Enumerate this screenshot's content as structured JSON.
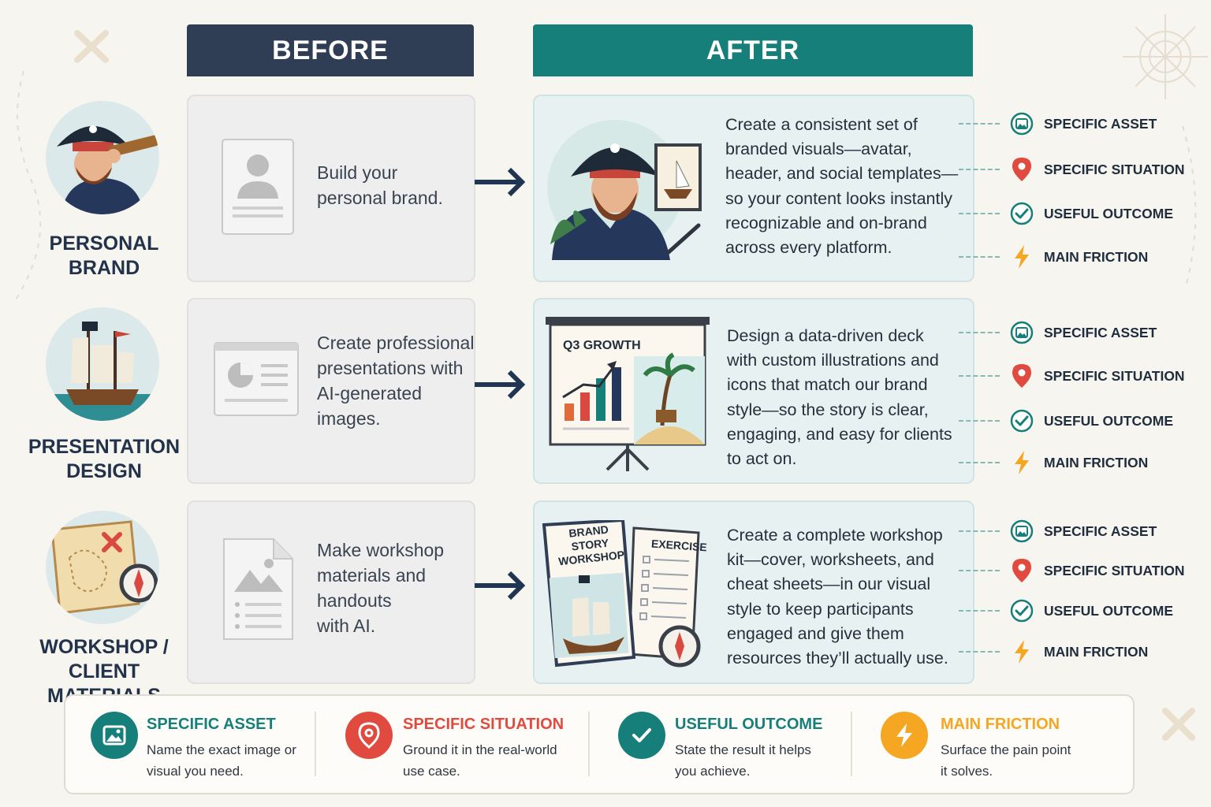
{
  "headers": {
    "before": "BEFORE",
    "after": "AFTER"
  },
  "colors": {
    "navy": "#2f3d55",
    "teal": "#177f7a",
    "red": "#e04a3f",
    "orange": "#f5a623"
  },
  "rows": [
    {
      "category": [
        "PERSONAL",
        "BRAND"
      ],
      "before": [
        "Build your",
        "personal brand."
      ],
      "after": [
        "Create a consistent set of",
        "branded visuals—avatar,",
        "header, and social templates—",
        "so your content looks instantly",
        "recognizable and on-brand",
        "across every platform."
      ]
    },
    {
      "category": [
        "PRESENTATION",
        "DESIGN"
      ],
      "before": [
        "Create professional",
        "presentations with",
        "AI-generated",
        "images."
      ],
      "after": [
        "Design a data-driven deck",
        "with custom illustrations and",
        "icons that match our brand",
        "style—so the story is clear,",
        "engaging, and easy for clients",
        "to act on."
      ],
      "slide_title": "Q3 GROWTH"
    },
    {
      "category": [
        "WORKSHOP /",
        "CLIENT MATERIALS"
      ],
      "before": [
        "Make workshop",
        "materials and",
        "handouts",
        "with AI."
      ],
      "after": [
        "Create a complete workshop",
        "kit—cover, worksheets, and",
        "cheat sheets—in our visual",
        "style to keep participants",
        "engaged and give them",
        "resources they’ll actually use."
      ],
      "book_title": [
        "BRAND STORY",
        "WORKSHOP"
      ],
      "sheet_title": "EXERCISE"
    }
  ],
  "tags": [
    "SPECIFIC ASSET",
    "SPECIFIC SITUATION",
    "USEFUL OUTCOME",
    "MAIN FRICTION"
  ],
  "tag_icons": [
    "image-icon",
    "location-pin-icon",
    "check-circle-icon",
    "lightning-icon"
  ],
  "legend": [
    {
      "title": "SPECIFIC ASSET",
      "desc": [
        "Name the exact image or",
        "visual you need."
      ],
      "icon": "image-icon"
    },
    {
      "title": "SPECIFIC SITUATION",
      "desc": [
        "Ground it in the real-world",
        "use case."
      ],
      "icon": "location-pin-icon"
    },
    {
      "title": "USEFUL OUTCOME",
      "desc": [
        "State the result it helps",
        "you achieve."
      ],
      "icon": "check-circle-icon"
    },
    {
      "title": "MAIN FRICTION",
      "desc": [
        "Surface the pain point",
        "it solves."
      ],
      "icon": "lightning-icon"
    }
  ]
}
